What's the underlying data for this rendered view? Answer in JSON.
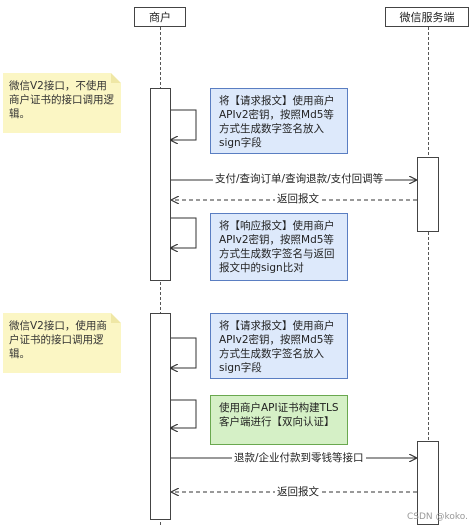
{
  "participants": {
    "merchant": "商户",
    "wechat": "微信服务端"
  },
  "notes": {
    "side_note_1": "微信V2接口，不使用商户证书的接口调用逻辑。",
    "side_note_2": "微信V2接口，使用商户证书的接口调用逻辑。",
    "request_sign_1": "将【请求报文】使用商户APIv2密钥，按照Md5等方式生成数字签名放入sign字段",
    "response_verify": "将【响应报文】使用商户APIv2密钥，按照Md5等方式生成数字签名与返回报文中的sign比对",
    "request_sign_2": "将【请求报文】使用商户APIv2密钥，按照Md5等方式生成数字签名放入sign字段",
    "tls_note": "使用商户API证书构建TLS客户端进行【双向认证】"
  },
  "messages": {
    "msg1": "支付/查询订单/查询退款/支付回调等",
    "msg2": "返回报文",
    "msg3": "退款/企业付款到零钱等接口",
    "msg4": "返回报文"
  },
  "watermark": "CSDN @koko.",
  "colors": {
    "note_yellow": "#fbf6c4",
    "note_blue": "#dde9fb",
    "note_green": "#d5f0c6"
  }
}
